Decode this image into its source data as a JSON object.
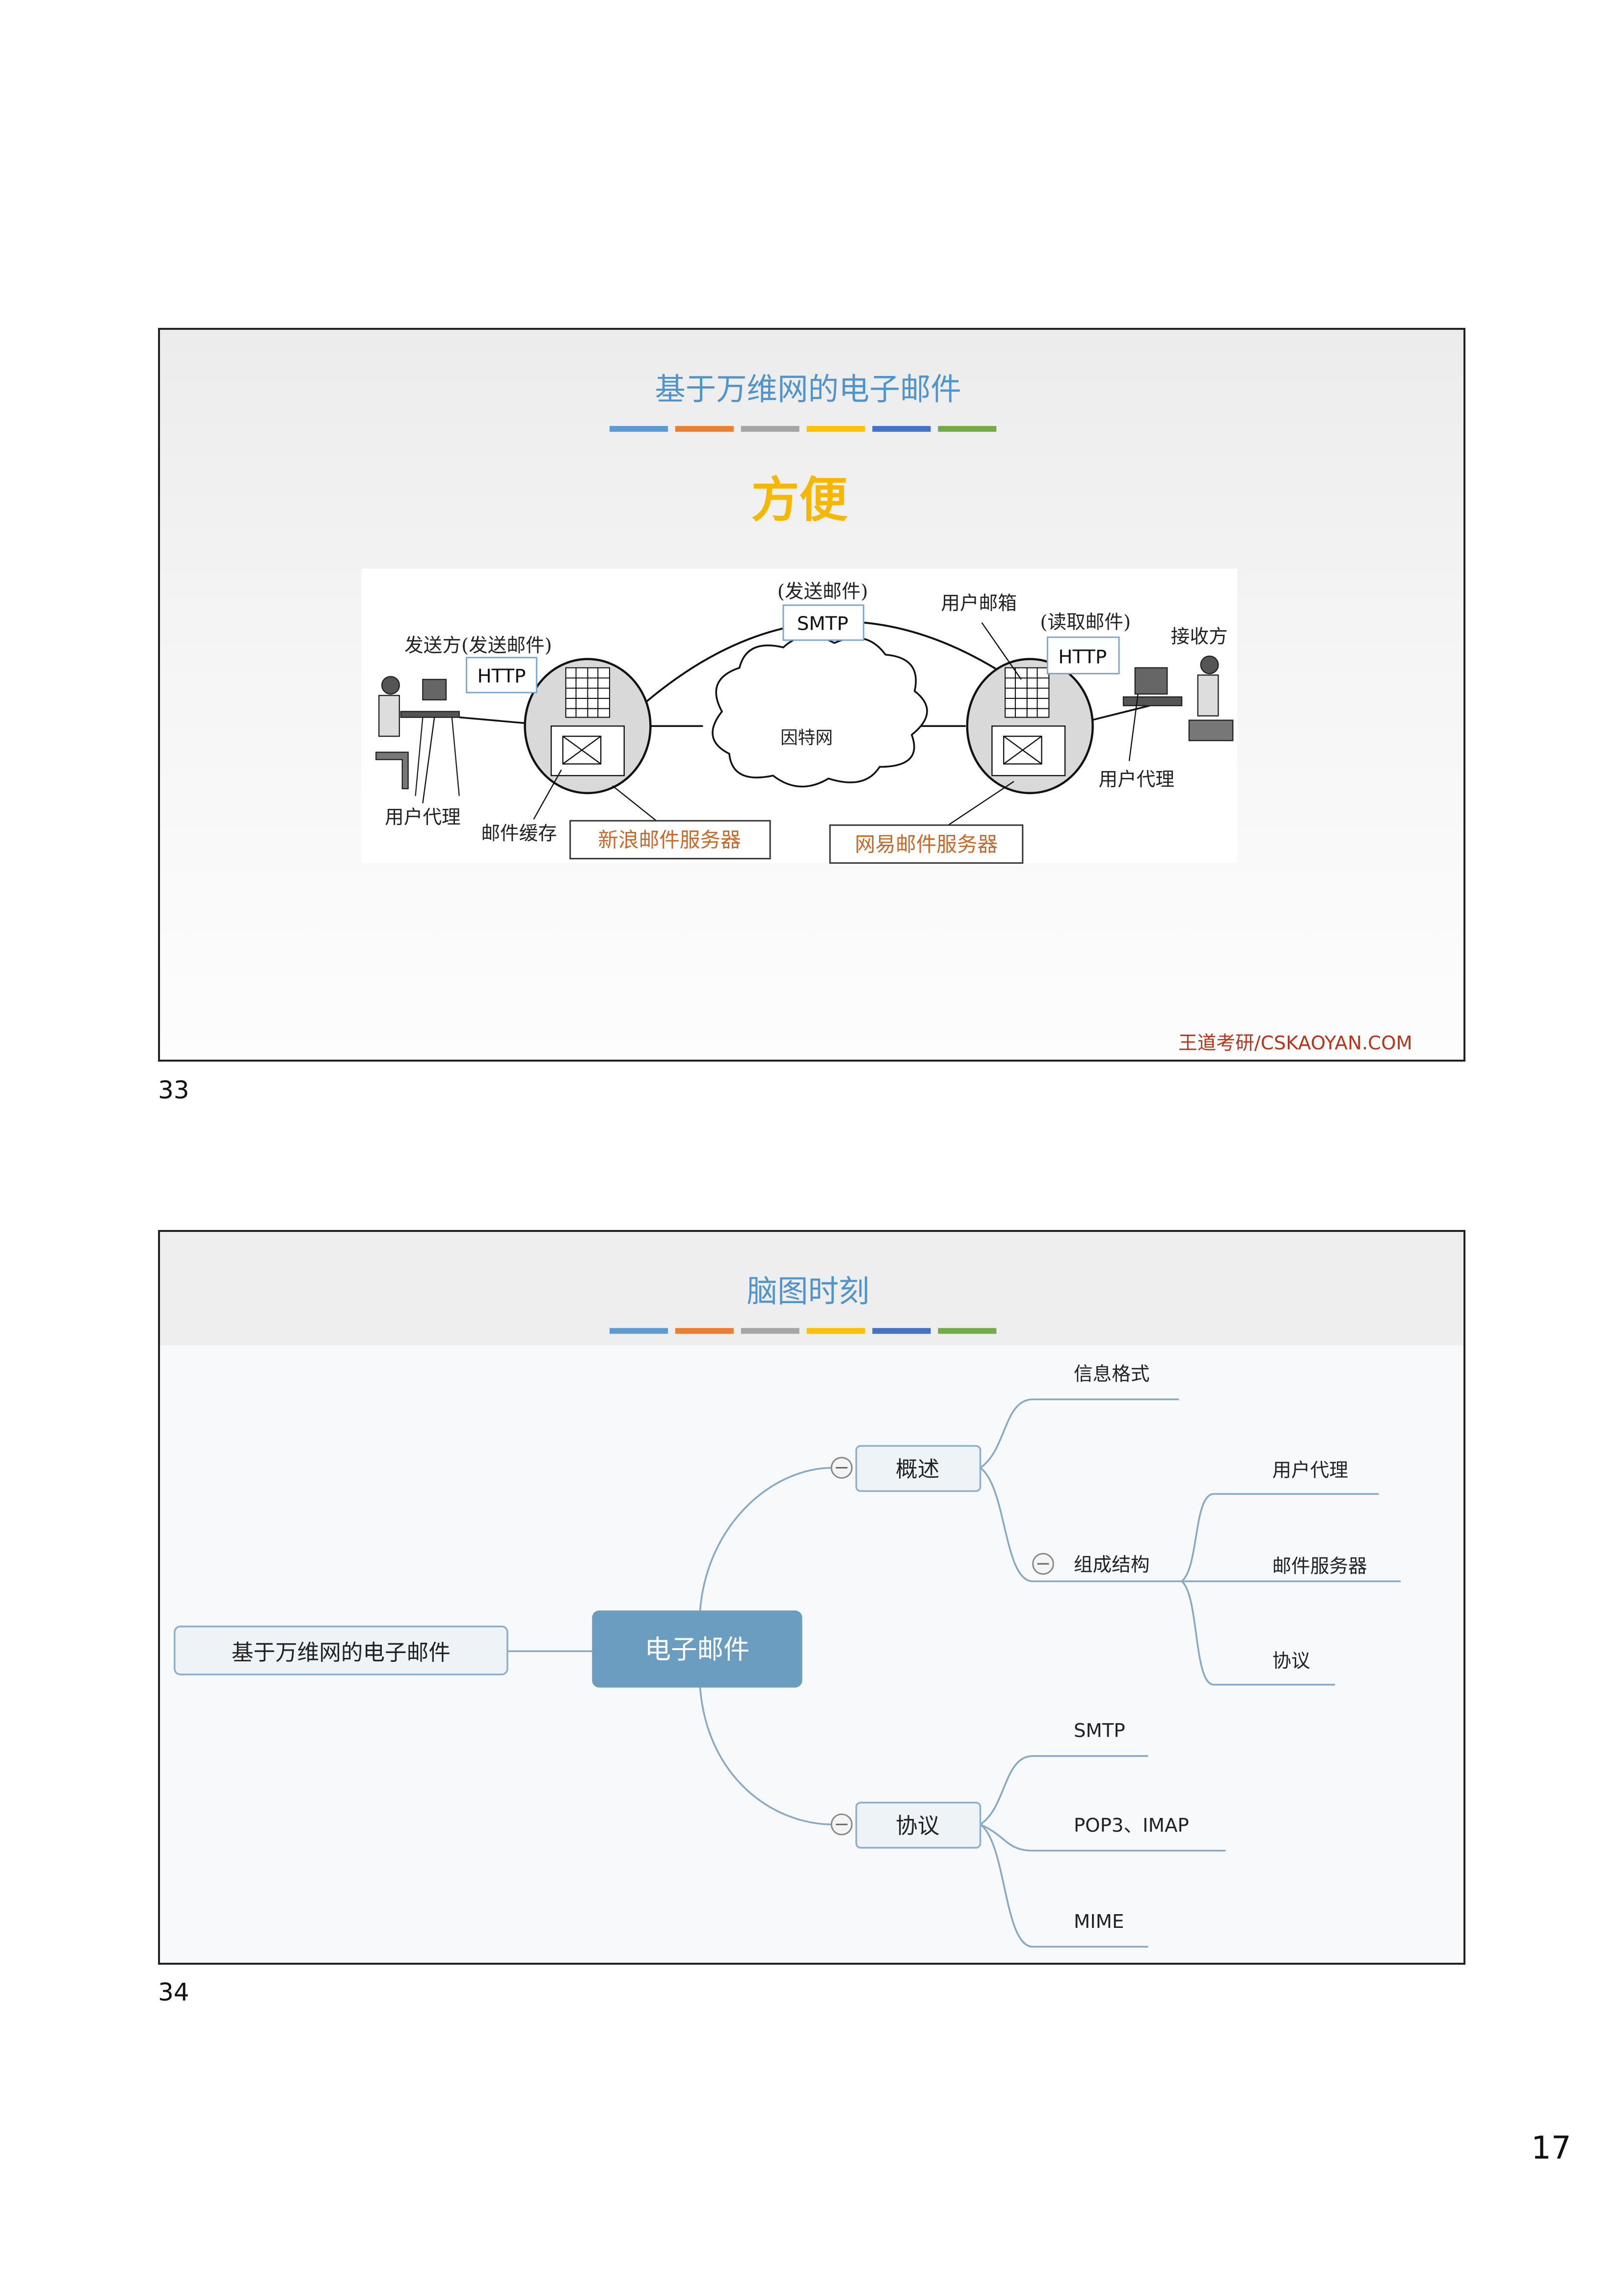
{
  "slide1": {
    "title": "基于万维网的电子邮件",
    "subtitle": "方便",
    "diagram": {
      "smtp_note": "(发送邮件)",
      "smtp": "SMTP",
      "mailbox": "用户邮箱",
      "read_note": "(读取邮件)",
      "http_right": "HTTP",
      "receiver": "接收方",
      "sender": "发送方(发送邮件)",
      "http_left": "HTTP",
      "internet": "因特网",
      "user_agent_left": "用户代理",
      "mail_cache": "邮件缓存",
      "sina_server": "新浪邮件服务器",
      "netease_server": "网易邮件服务器",
      "user_agent_right": "用户代理"
    },
    "footer": "王道考研/CSKAOYAN.COM",
    "page": "33"
  },
  "slide2": {
    "title": "脑图时刻",
    "mindmap": {
      "root": "基于万维网的电子邮件",
      "center": "电子邮件",
      "overview": "概述",
      "message_format": "信息格式",
      "components": "组成结构",
      "user_agent": "用户代理",
      "mail_server": "邮件服务器",
      "protocol_leaf": "协议",
      "protocols": "协议",
      "smtp": "SMTP",
      "pop3_imap": "POP3、IMAP",
      "mime": "MIME"
    },
    "page": "34"
  },
  "page_number": "17",
  "colors": {
    "title": "#4f94cd",
    "accent_yellow": "#f5b700",
    "server_label": "#c8692a",
    "footer": "#b5361c",
    "bars": [
      "#5b9bd5",
      "#ed7d31",
      "#a5a5a5",
      "#ffc000",
      "#4472c4",
      "#70ad47"
    ],
    "mindmap_center": "#6b9dc0",
    "mindmap_line": "#86aac6"
  }
}
